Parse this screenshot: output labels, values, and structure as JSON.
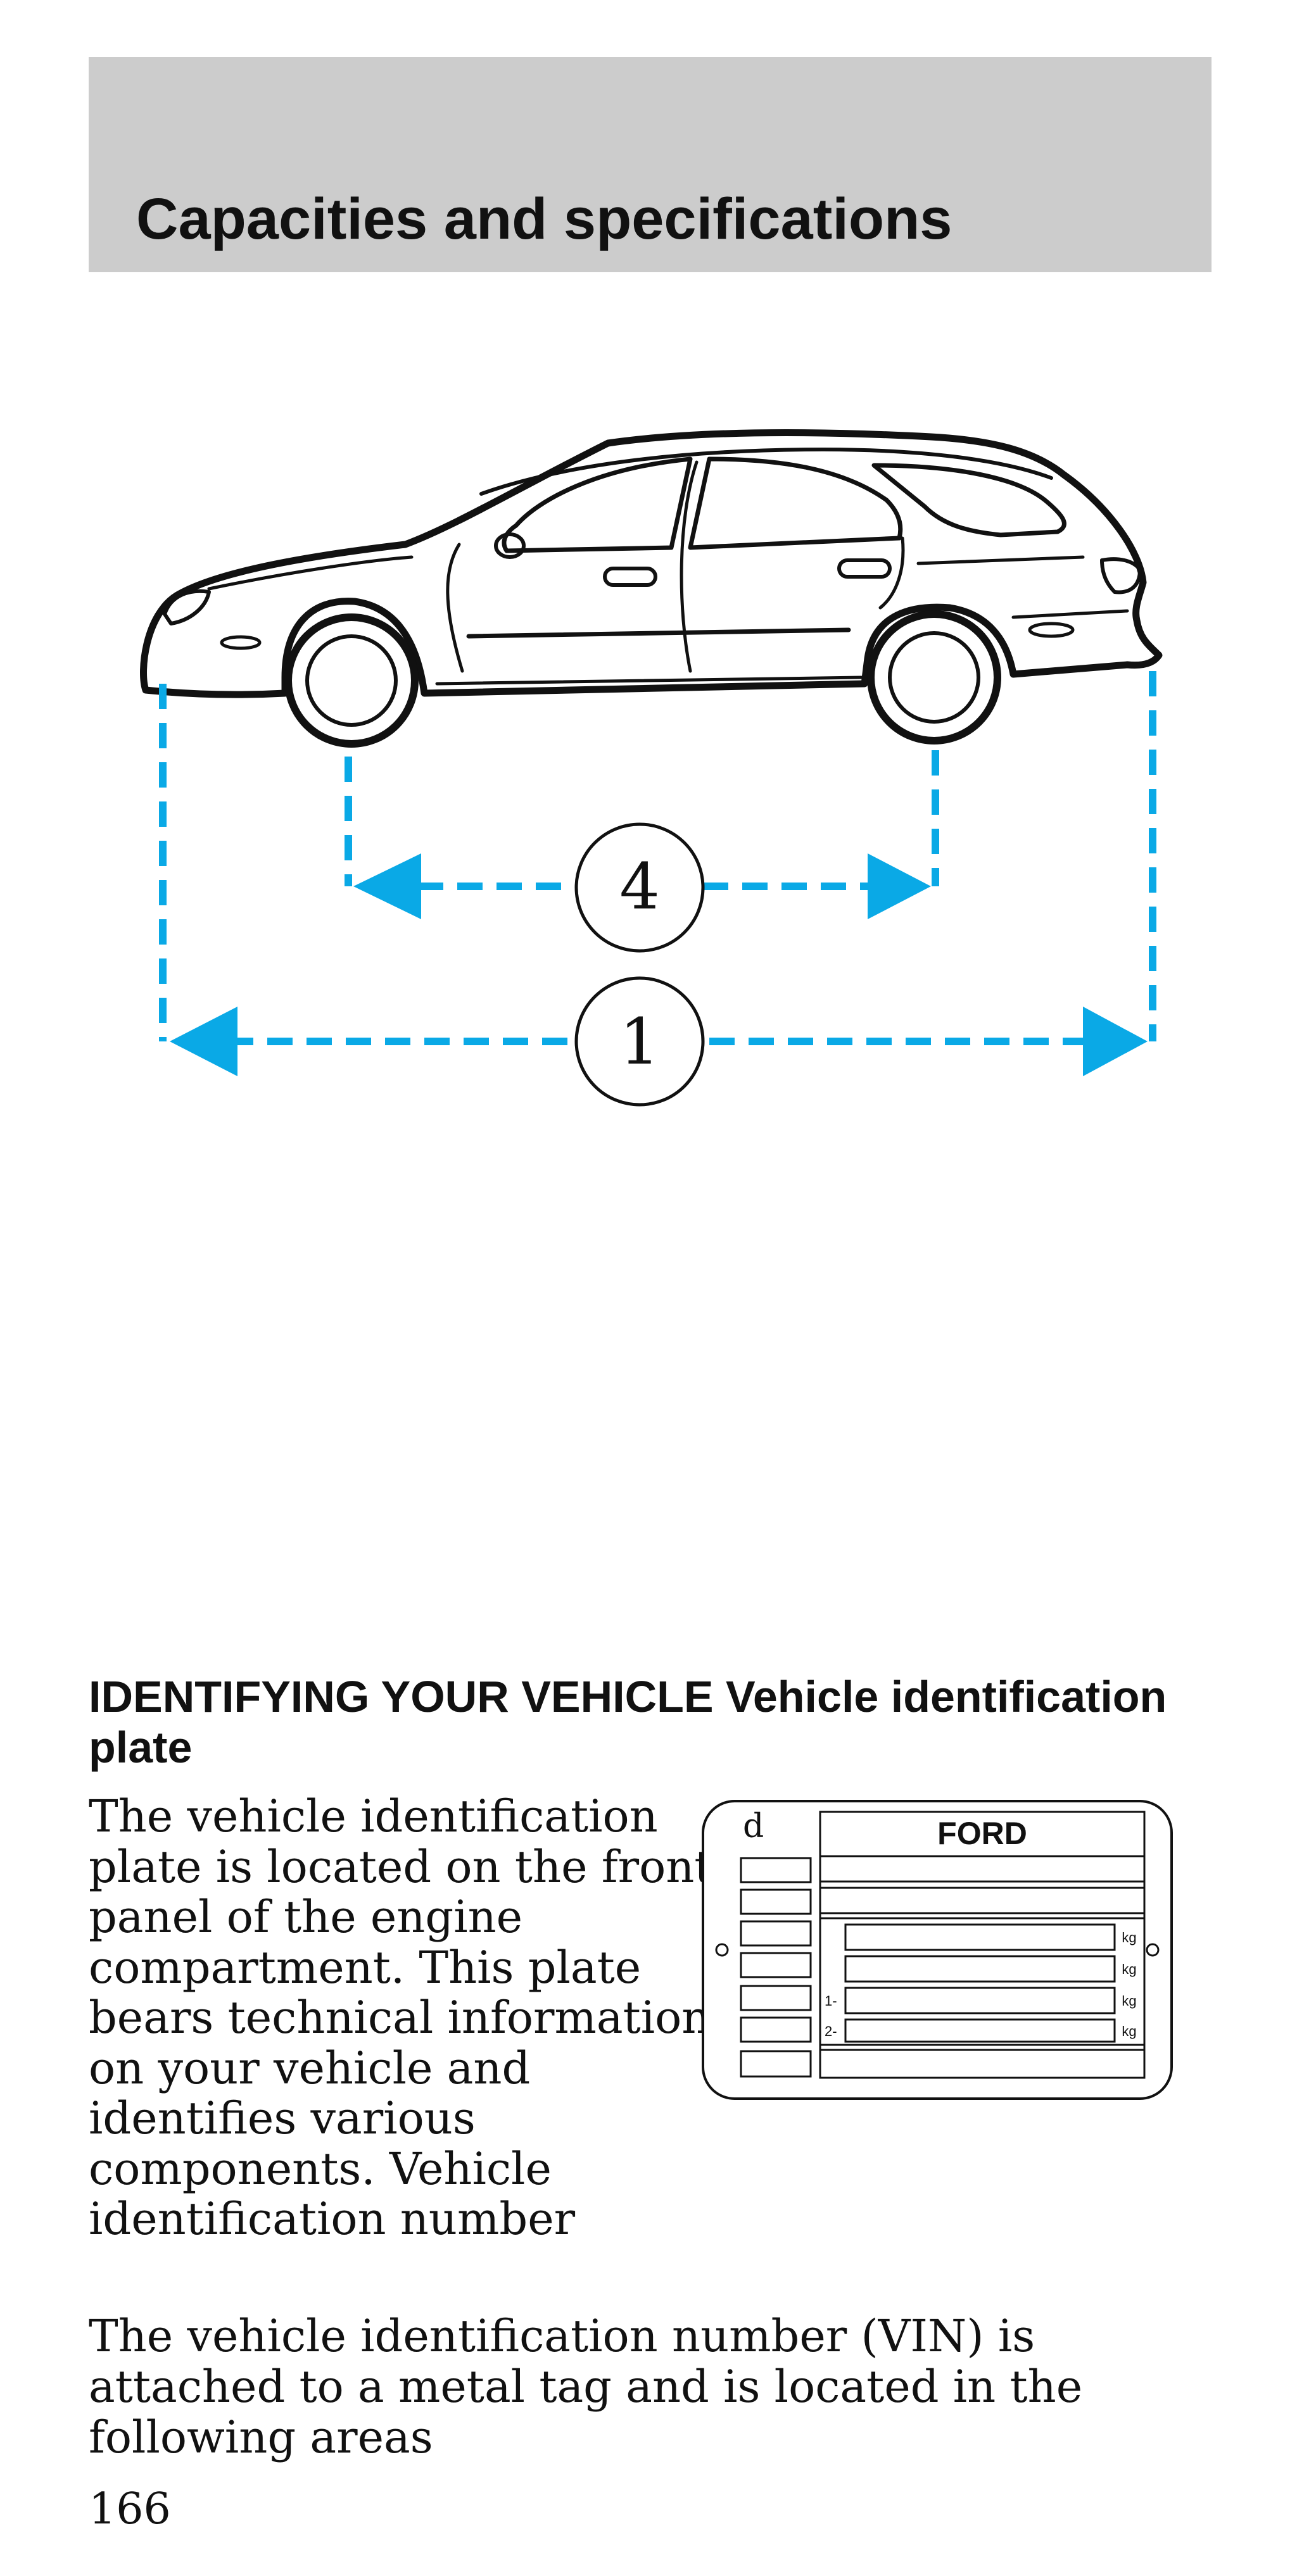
{
  "header": {
    "title": "Capacities and specifications"
  },
  "figure": {
    "labels": {
      "wheelbase": "4",
      "overall_length": "1"
    },
    "colors": {
      "dimension_line": "#0aa9e6",
      "band": "#cccccc",
      "ink": "#111111"
    }
  },
  "identification": {
    "heading": "IDENTIFYING YOUR VEHICLE Vehicle identification plate",
    "plate_paragraph": "The vehicle identification plate is located on the front panel of the engine compartment. This plate bears technical information on your vehicle and identifies various components. Vehicle identification number",
    "vin_paragraph": "The vehicle identification number (VIN) is attached to a metal tag and is located in the following areas"
  },
  "plate": {
    "corner_mark": "d",
    "brand": "FORD",
    "unit": "kg",
    "axle_labels": [
      "1-",
      "2-"
    ]
  },
  "footer": {
    "page_number": "166"
  }
}
